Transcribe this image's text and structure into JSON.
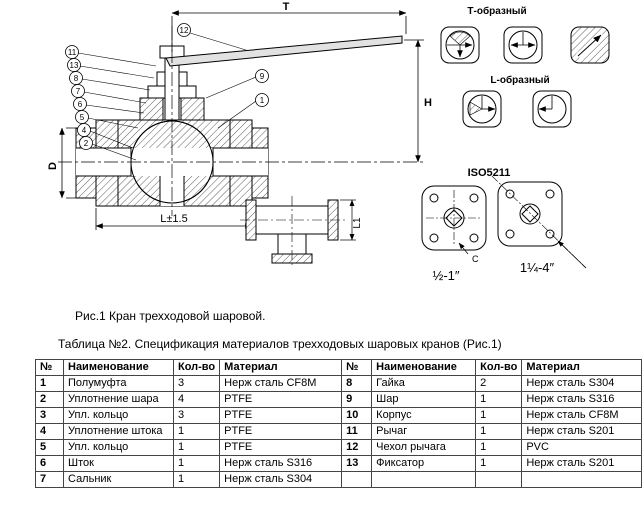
{
  "figure": {
    "caption": "Рис.1 Кран трехходовой шаровой.",
    "dims": {
      "t": "T",
      "h": "H",
      "d": "D",
      "l": "L±1.5",
      "l1": "L1",
      "c": "C"
    },
    "labels": {
      "t_type": "Т-образный",
      "l_type": "L-образный",
      "iso": "ISO5211",
      "size_left": "½-1″",
      "size_right": "1¼-4″"
    },
    "callouts": [
      "12",
      "11",
      "13",
      "8",
      "7",
      "6",
      "5",
      "4",
      "2",
      "9",
      "1"
    ]
  },
  "table": {
    "caption": "Таблица №2. Спецификация материалов трехходовых шаровых кранов (Рис.1)",
    "headers": [
      "№",
      "Наименование",
      "Кол-во",
      "Материал"
    ],
    "rows": [
      {
        "l": {
          "n": "1",
          "name": "Полумуфта",
          "qty": "3",
          "mat": "Нерж сталь CF8M"
        },
        "r": {
          "n": "8",
          "name": "Гайка",
          "qty": "2",
          "mat": "Нерж сталь S304"
        }
      },
      {
        "l": {
          "n": "2",
          "name": "Уплотнение шара",
          "qty": "4",
          "mat": "PTFE"
        },
        "r": {
          "n": "9",
          "name": "Шар",
          "qty": "1",
          "mat": "Нерж сталь S316"
        }
      },
      {
        "l": {
          "n": "3",
          "name": "Упл. кольцо",
          "qty": "3",
          "mat": "PTFE"
        },
        "r": {
          "n": "10",
          "name": "Корпус",
          "qty": "1",
          "mat": "Нерж сталь CF8M"
        }
      },
      {
        "l": {
          "n": "4",
          "name": "Уплотнение штока",
          "qty": "1",
          "mat": "PTFE"
        },
        "r": {
          "n": "11",
          "name": "Рычаг",
          "qty": "1",
          "mat": "Нерж сталь S201"
        }
      },
      {
        "l": {
          "n": "5",
          "name": "Упл. кольцо",
          "qty": "1",
          "mat": "PTFE"
        },
        "r": {
          "n": "12",
          "name": "Чехол рычага",
          "qty": "1",
          "mat": "PVC"
        }
      },
      {
        "l": {
          "n": "6",
          "name": "Шток",
          "qty": "1",
          "mat": "Нерж сталь S316"
        },
        "r": {
          "n": "13",
          "name": "Фиксатор",
          "qty": "1",
          "mat": "Нерж сталь S201"
        }
      },
      {
        "l": {
          "n": "7",
          "name": "Сальник",
          "qty": "1",
          "mat": "Нерж сталь S304"
        },
        "r": null
      }
    ]
  }
}
